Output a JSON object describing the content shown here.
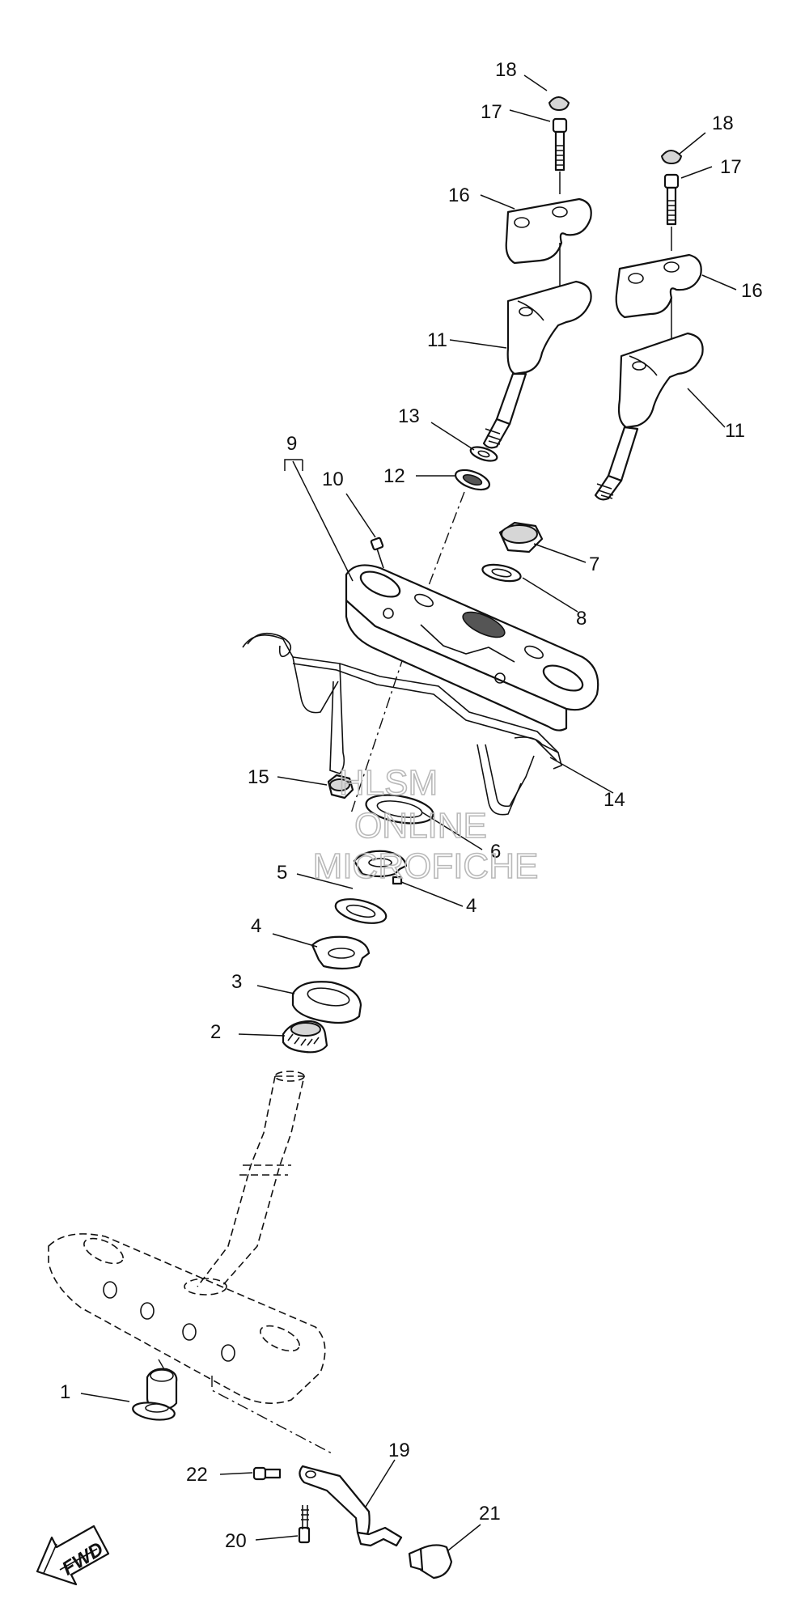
{
  "callouts": {
    "c1": "1",
    "c2": "2",
    "c3": "3",
    "c4a": "4",
    "c4b": "4",
    "c5": "5",
    "c6": "6",
    "c7": "7",
    "c8": "8",
    "c9": "9",
    "c10": "10",
    "c11a": "11",
    "c11b": "11",
    "c12": "12",
    "c13": "13",
    "c14": "14",
    "c15": "15",
    "c16a": "16",
    "c16b": "16",
    "c17a": "17",
    "c17b": "17",
    "c18a": "18",
    "c18b": "18",
    "c19": "19",
    "c20": "20",
    "c21": "21",
    "c22": "22"
  },
  "watermark": {
    "line1": "HLSM",
    "line2": "ONLINE",
    "line3": "MICROFICHE"
  },
  "direction_arrow": {
    "text": "FWD",
    "icon": "forward-arrow-icon"
  }
}
